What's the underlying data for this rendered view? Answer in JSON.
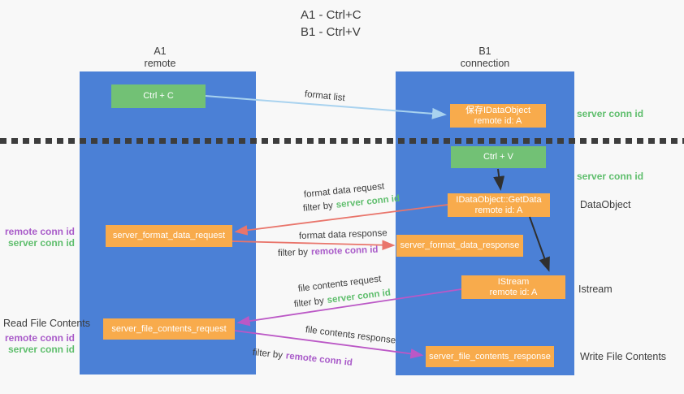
{
  "colors": {
    "column_blue": "#4b80d6",
    "box_green": "#72c175",
    "box_orange": "#f8ab4c",
    "arrow_red": "#e9756b",
    "arrow_purple": "#bb58c6",
    "arrow_light_blue": "#a8d2ef",
    "arrow_black": "#2f2f2f",
    "text_green": "#5fbe6d",
    "text_purple": "#a95bc9",
    "text_dark": "#3c3c3c",
    "divider_dark": "#3d3d3d",
    "background": "#f8f8f8"
  },
  "title": {
    "line1": "A1 - Ctrl+C",
    "line2": "B1 - Ctrl+V"
  },
  "columns": {
    "a1": {
      "name": "A1",
      "subtitle": "remote"
    },
    "b1": {
      "name": "B1",
      "subtitle": "connection"
    }
  },
  "boxes": {
    "ctrl_c": "Ctrl + C",
    "ctrl_v": "Ctrl + V",
    "save_idataobject": {
      "line1": "保存IDataObject",
      "line2": "remote id: A"
    },
    "idataobject_getdata": {
      "line1": "IDataObject::GetData",
      "line2": "remote id: A"
    },
    "istream": {
      "line1": "IStream",
      "line2": "remote id: A"
    },
    "format_request": "server_format_data_request",
    "format_response": "server_format_data_response",
    "file_request": "server_file_contents_request",
    "file_response": "server_file_contents_response"
  },
  "arrows": {
    "format_list": "format list",
    "format_data_request": "format data request",
    "format_data_response": "format data response",
    "file_contents_request": "file contents request",
    "file_contents_response": "file contents response",
    "filter_by": "filter by",
    "server_conn_id": "server conn id",
    "remote_conn_id": "remote conn id"
  },
  "side_labels": {
    "right_server_conn_id_top": "server conn id",
    "right_server_conn_id_mid": "server conn id",
    "dataobject": "DataObject",
    "istream": "Istream",
    "write_file_contents": "Write File Contents",
    "left_remote_conn_id_top": "remote conn id",
    "left_server_conn_id_top": "server conn id",
    "read_file_contents": "Read File Contents",
    "left_remote_conn_id_bottom": "remote conn id",
    "left_server_conn_id_bottom": "server conn id"
  }
}
